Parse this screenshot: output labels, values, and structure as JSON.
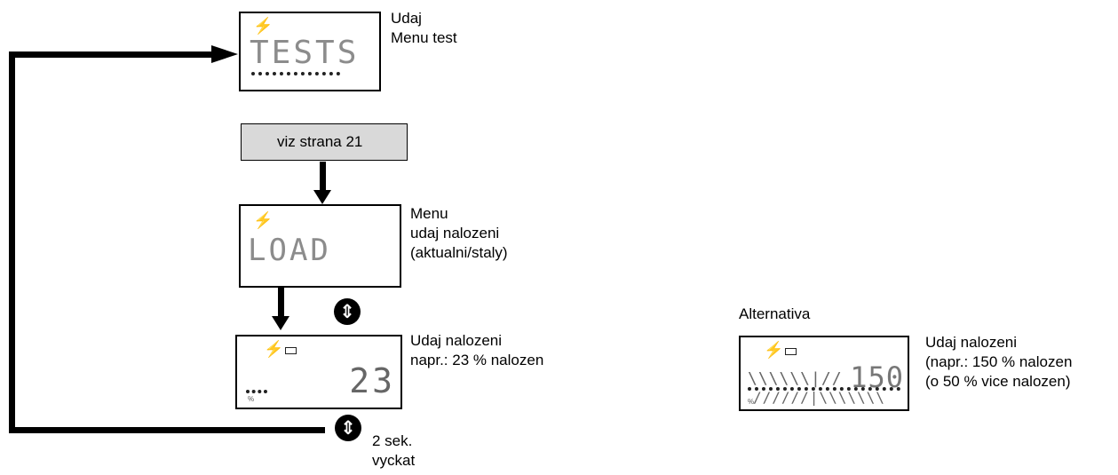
{
  "tests_display": {
    "text": "TESTS",
    "label": [
      "Udaj",
      "Menu test"
    ]
  },
  "reference": {
    "text": "viz strana 21"
  },
  "load_display": {
    "text": "LOAD",
    "label": [
      "Menu",
      "udaj nalozeni",
      "(aktualni/staly)"
    ]
  },
  "value_display": {
    "value": "23",
    "unit": "%",
    "label": [
      "Udaj nalozeni",
      "napr.: 23 % nalozen"
    ]
  },
  "wait": {
    "label": [
      "2 sek.",
      "vyckat"
    ]
  },
  "alternative": {
    "title": "Alternativa",
    "value": "150",
    "unit": "%",
    "label": [
      "Udaj nalozeni",
      "(napr.: 150 % nalozen",
      "(o 50 % vice nalozen)"
    ]
  },
  "icons": {
    "bolt": "lightning-bolt-icon",
    "battery": "battery-icon",
    "key": "up-down-key-icon"
  },
  "colors": {
    "lcd_text": "#8c8c8c",
    "ref_box": "#d9d9d9",
    "line": "#000000"
  }
}
